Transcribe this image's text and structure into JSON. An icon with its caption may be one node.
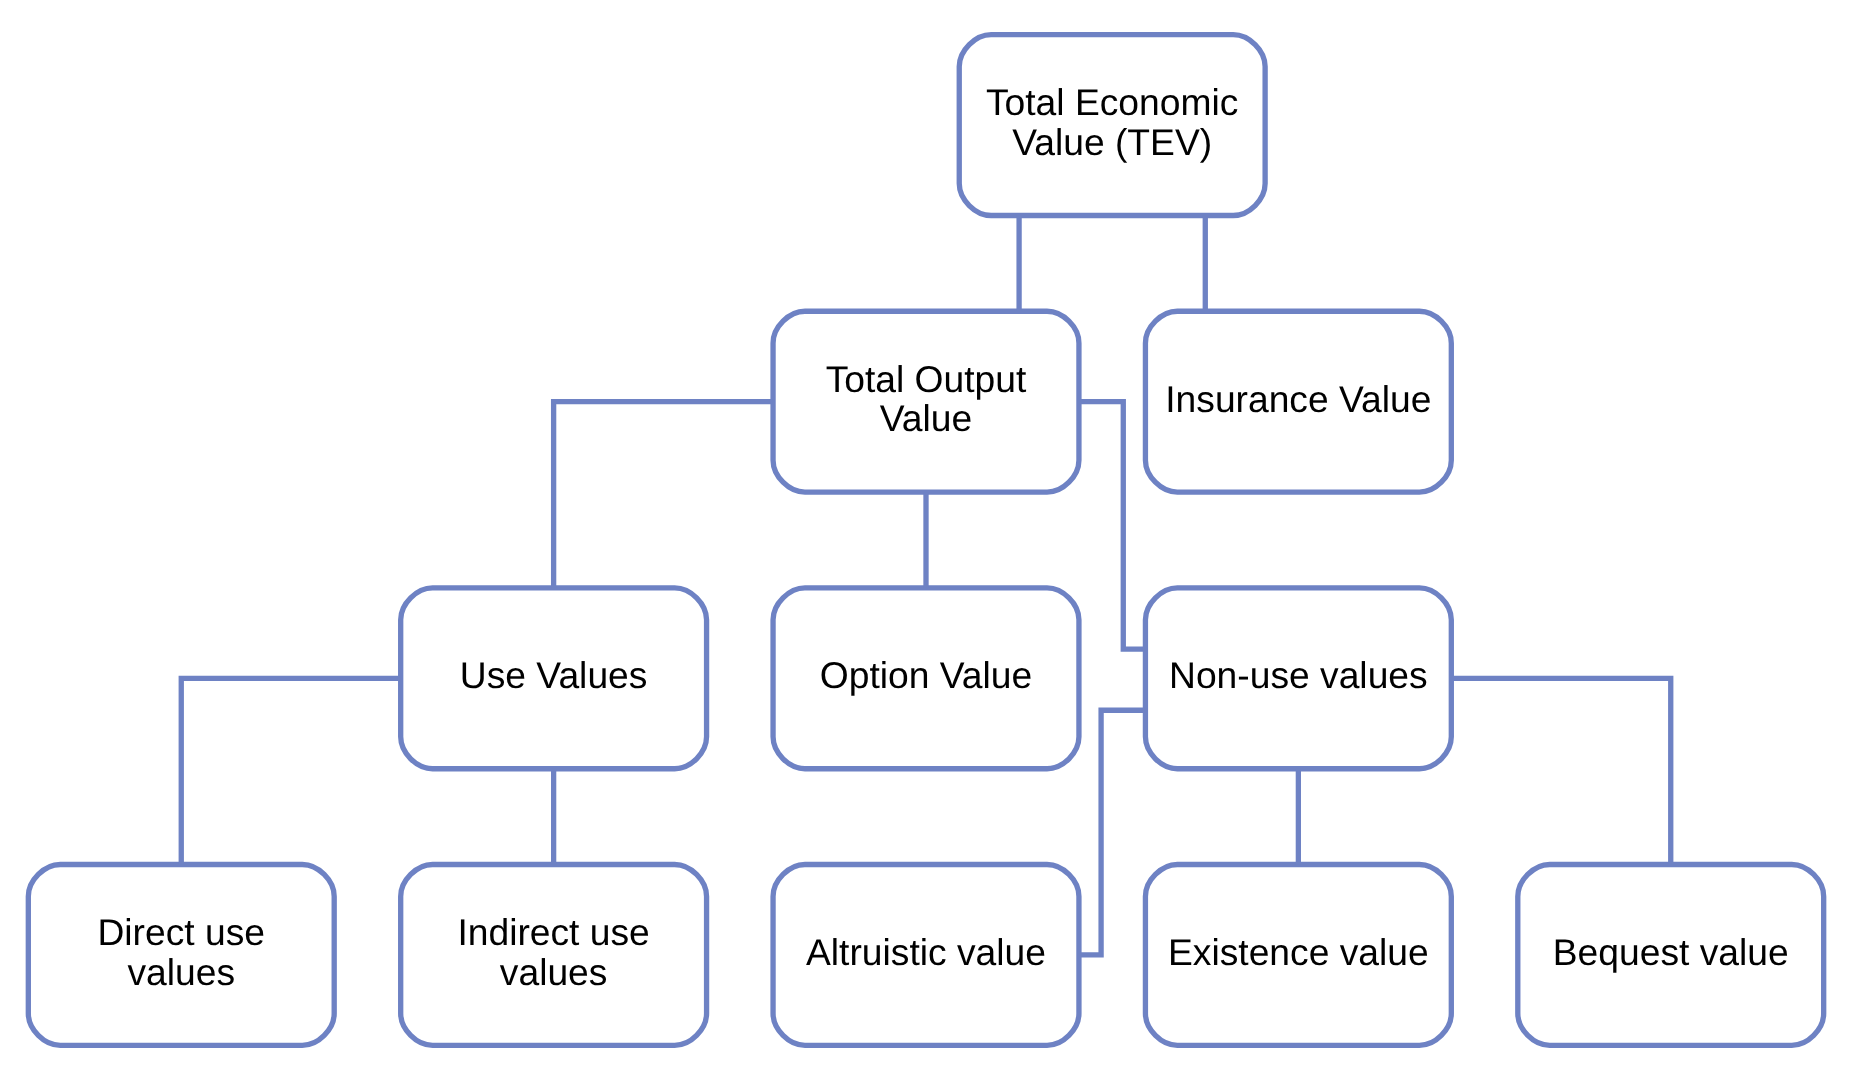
{
  "diagram": {
    "nodes": [
      {
        "text": [
          "Total Economic Value (TEV)"
        ]
      },
      {
        "text": [
          "Total Output Value"
        ]
      },
      {
        "text": [
          "Insurance Value"
        ]
      },
      {
        "text": [
          "Use Values"
        ]
      },
      {
        "text": [
          "Option Value"
        ]
      },
      {
        "text": [
          "Non-use values"
        ]
      },
      {
        "text": [
          "Direct use values"
        ]
      },
      {
        "text": [
          "Indirect use values"
        ]
      },
      {
        "text": [
          "Altruistic value"
        ]
      },
      {
        "text": [
          "Existence value"
        ]
      },
      {
        "text": [
          "Bequest value"
        ]
      }
    ],
    "edges": [
      {
        "from": 0,
        "to": 1,
        "arrow": "none"
      },
      {
        "from": 0,
        "to": 2,
        "arrow": "none"
      },
      {
        "from": 1,
        "to": 3,
        "arrow": "none"
      },
      {
        "from": 1,
        "to": 4,
        "arrow": "none"
      },
      {
        "from": 1,
        "to": 5,
        "arrow": "none"
      },
      {
        "from": 3,
        "to": 6,
        "arrow": "none"
      },
      {
        "from": 3,
        "to": 7,
        "arrow": "none"
      },
      {
        "from": 5,
        "to": 8,
        "arrow": "none"
      },
      {
        "from": 5,
        "to": 9,
        "arrow": "none"
      },
      {
        "from": 5,
        "to": 10,
        "arrow": "none"
      }
    ]
  }
}
